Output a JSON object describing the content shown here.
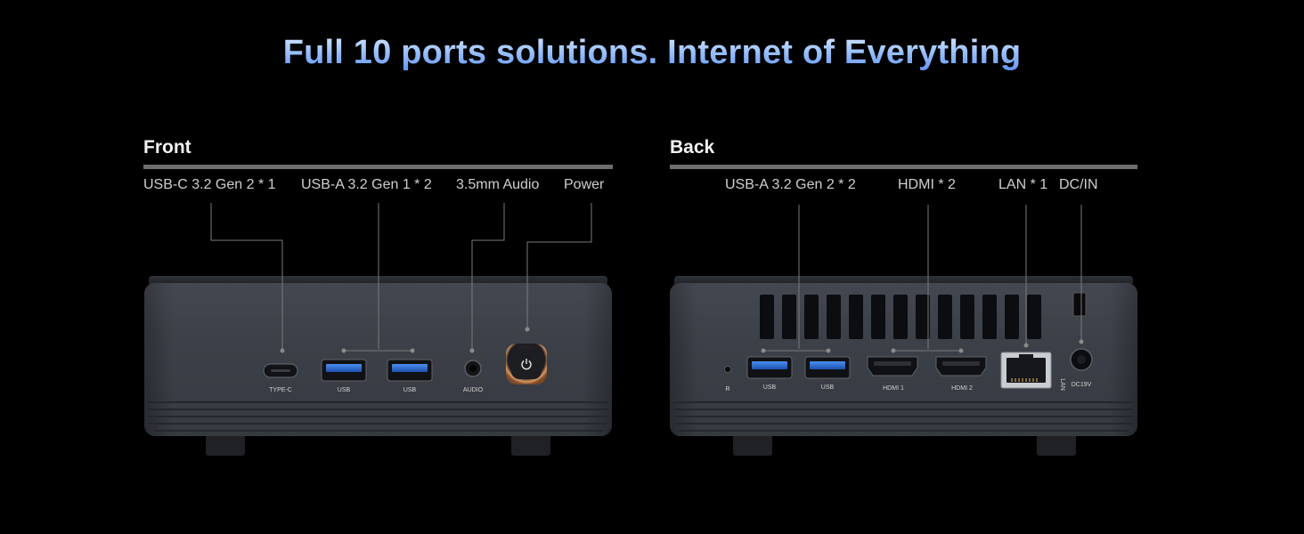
{
  "headline": "Full 10 ports solutions. Internet of Everything",
  "front": {
    "title": "Front",
    "labels": {
      "usbc": "USB-C 3.2 Gen 2 * 1",
      "usba": "USB-A 3.2 Gen 1 * 2",
      "audio": "3.5mm Audio",
      "power": "Power"
    },
    "silk": {
      "typec": "TYPE-C",
      "usb1": "USB",
      "usb2": "USB",
      "audio": "AUDIO"
    }
  },
  "back": {
    "title": "Back",
    "labels": {
      "usba": "USB-A 3.2 Gen 2 * 2",
      "hdmi": "HDMI * 2",
      "lan": "LAN * 1",
      "dcin": "DC/IN"
    },
    "silk": {
      "reset": "R",
      "usb1": "USB",
      "usb2": "USB",
      "hdmi1": "HDMI 1",
      "hdmi2": "HDMI 2",
      "lan": "LAN",
      "dc": "DC19V"
    }
  },
  "colors": {
    "title_gradient_top": "#dbe9ff",
    "title_gradient_bottom": "#5f92f2",
    "usb_port_blue": "#2f6fd6",
    "power_ring": "#c8854e",
    "device_body": "#3b3f46"
  }
}
